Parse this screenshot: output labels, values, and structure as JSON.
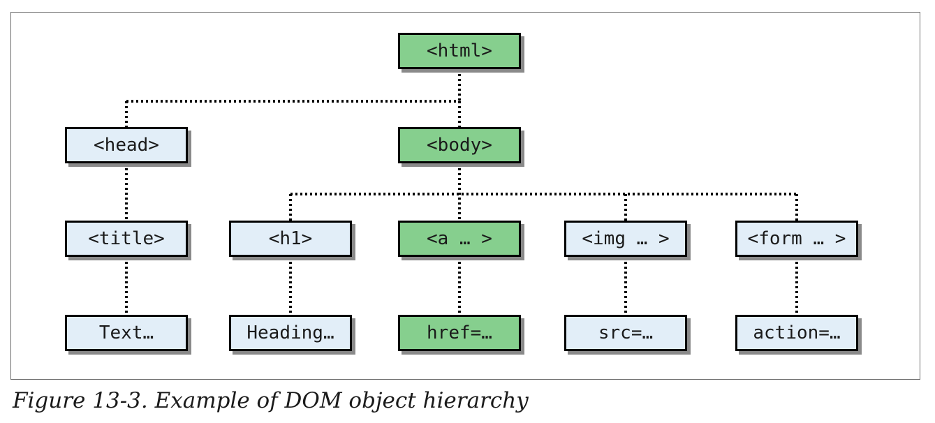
{
  "diagram": {
    "nodes": {
      "html": {
        "label": "<html>",
        "color": "#86cf8e"
      },
      "head": {
        "label": "<head>",
        "color": "#e2eef8"
      },
      "body": {
        "label": "<body>",
        "color": "#86cf8e"
      },
      "title": {
        "label": "<title>",
        "color": "#e2eef8"
      },
      "h1": {
        "label": "<h1>",
        "color": "#e2eef8"
      },
      "a": {
        "label": "<a … >",
        "color": "#86cf8e"
      },
      "img": {
        "label": "<img … >",
        "color": "#e2eef8"
      },
      "form": {
        "label": "<form … >",
        "color": "#e2eef8"
      },
      "text": {
        "label": "Text…",
        "color": "#e2eef8"
      },
      "heading": {
        "label": "Heading…",
        "color": "#e2eef8"
      },
      "href": {
        "label": "href=…",
        "color": "#86cf8e"
      },
      "src": {
        "label": "src=…",
        "color": "#e2eef8"
      },
      "action": {
        "label": "action=…",
        "color": "#e2eef8"
      }
    },
    "edges": [
      [
        "html",
        "head"
      ],
      [
        "html",
        "body"
      ],
      [
        "head",
        "title"
      ],
      [
        "title",
        "text"
      ],
      [
        "body",
        "h1"
      ],
      [
        "body",
        "a"
      ],
      [
        "body",
        "img"
      ],
      [
        "body",
        "form"
      ],
      [
        "h1",
        "heading"
      ],
      [
        "a",
        "href"
      ],
      [
        "img",
        "src"
      ],
      [
        "form",
        "action"
      ]
    ]
  },
  "caption": "Figure 13-3. Example of DOM object hierarchy"
}
